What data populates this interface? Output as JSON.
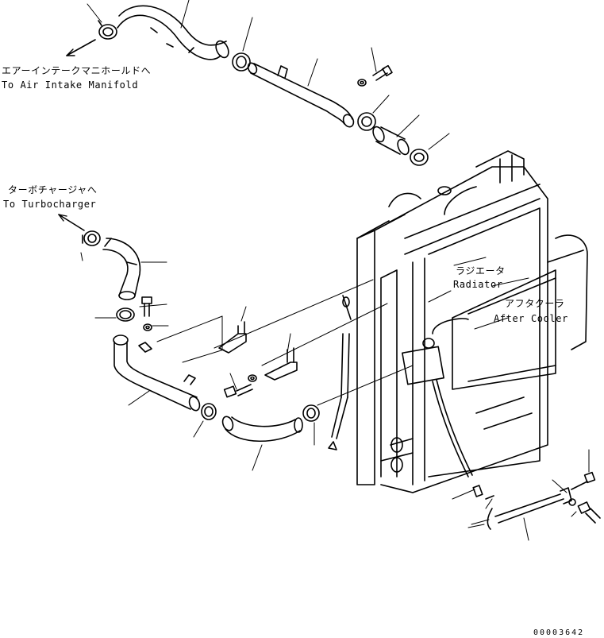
{
  "labels": {
    "air_intake_jp": "エアーインテークマニホールドへ",
    "air_intake_en": "To Air Intake Manifold",
    "turbo_jp": "ターボチャージャへ",
    "turbo_en": "To Turbocharger",
    "radiator_jp": "ラジエータ",
    "radiator_en": "Radiator",
    "aftercooler_jp": "アフタクーラ",
    "aftercooler_en": "After Cooler"
  },
  "drawing_number": "00003642"
}
